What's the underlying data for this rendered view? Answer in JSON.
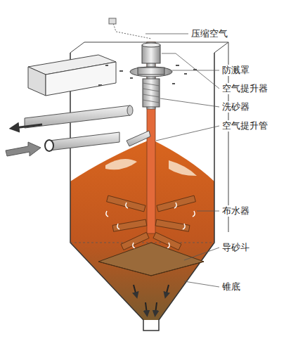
{
  "diagram": {
    "labels": [
      "压缩空气",
      "防溅罩",
      "空气提升器",
      "洗砂器",
      "空气提升管",
      "布水器",
      "导砂斗",
      "锥底"
    ]
  }
}
